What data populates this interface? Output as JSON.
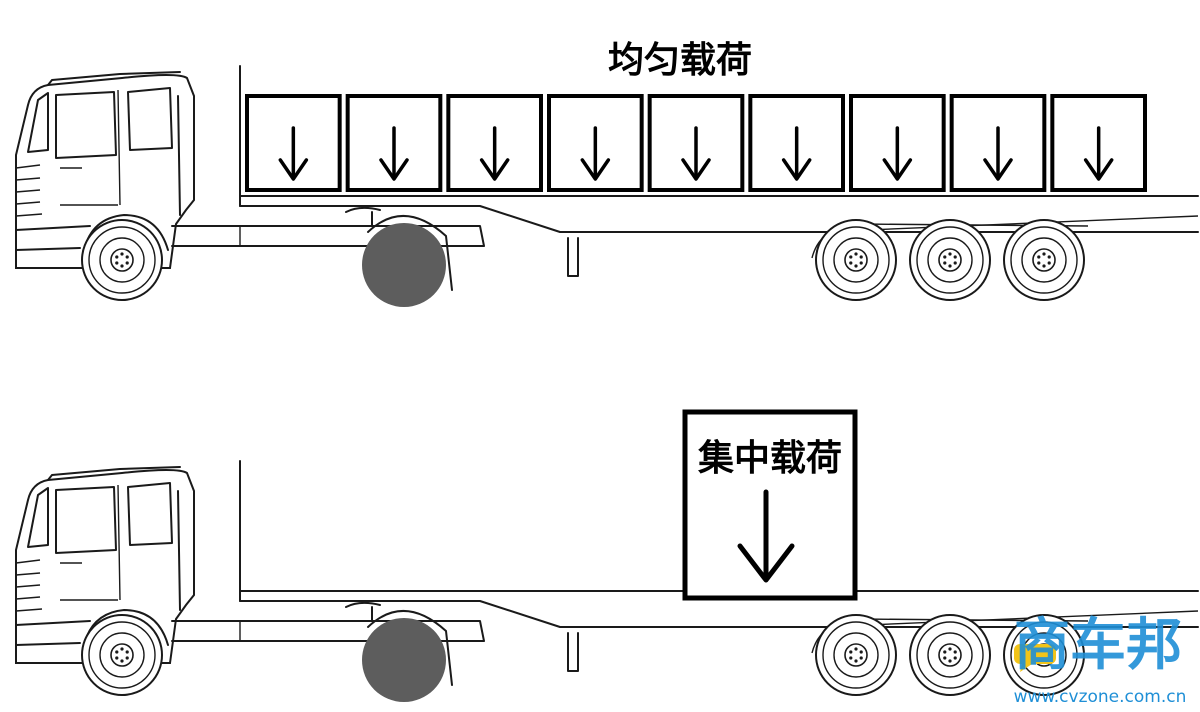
{
  "diagram": {
    "uniform_load": {
      "title": "均匀载荷",
      "box_count": 9
    },
    "concentrated_load": {
      "title": "集中载荷"
    }
  },
  "watermark": {
    "brand": "商车邦",
    "url": "www.cvzone.com.cn",
    "color": "#1f8fd6"
  }
}
